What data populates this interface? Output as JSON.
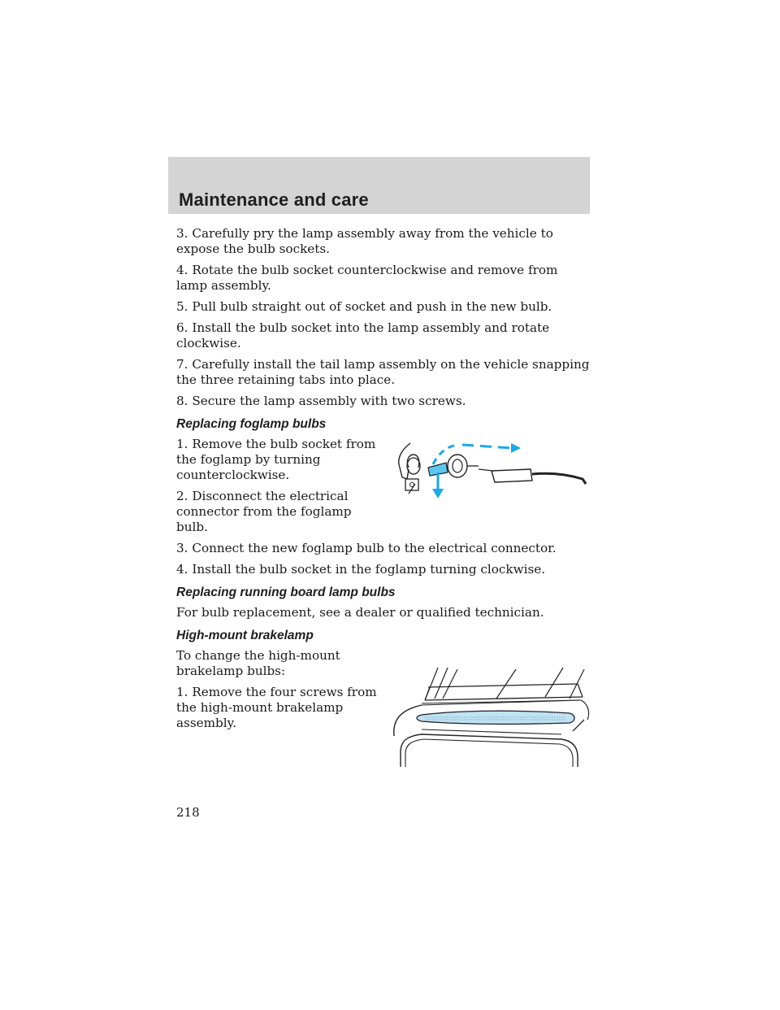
{
  "header": {
    "title": "Maintenance and care"
  },
  "steps_top": [
    "3. Carefully pry the lamp assembly away from the vehicle to expose the bulb sockets.",
    "4. Rotate the bulb socket counterclockwise and remove from lamp assembly.",
    "5. Pull bulb straight out of socket and push in the new bulb.",
    "6. Install the bulb socket into the lamp assembly and rotate clockwise.",
    "7. Carefully install the tail lamp assembly on the vehicle snapping the three retaining tabs into place.",
    "8. Secure the lamp assembly with two screws."
  ],
  "foglamp": {
    "heading": "Replacing foglamp bulbs",
    "steps": [
      "1. Remove the bulb socket from the foglamp by turning counterclockwise.",
      "2. Disconnect the electrical connector from the foglamp bulb.",
      "3. Connect the new foglamp bulb to the electrical connector.",
      "4. Install the bulb socket in the foglamp turning clockwise."
    ]
  },
  "running_board": {
    "heading": "Replacing running board lamp bulbs",
    "text": "For bulb replacement, see a dealer or qualified technician."
  },
  "brakelamp": {
    "heading": "High-mount brakelamp",
    "intro": "To change the high-mount brakelamp bulbs:",
    "steps": [
      "1. Remove the four screws from the high-mount brakelamp assembly."
    ]
  },
  "page_number": "218",
  "colors": {
    "header_band": "#d4d4d4",
    "arrow_cyan": "#1aa8ee"
  }
}
